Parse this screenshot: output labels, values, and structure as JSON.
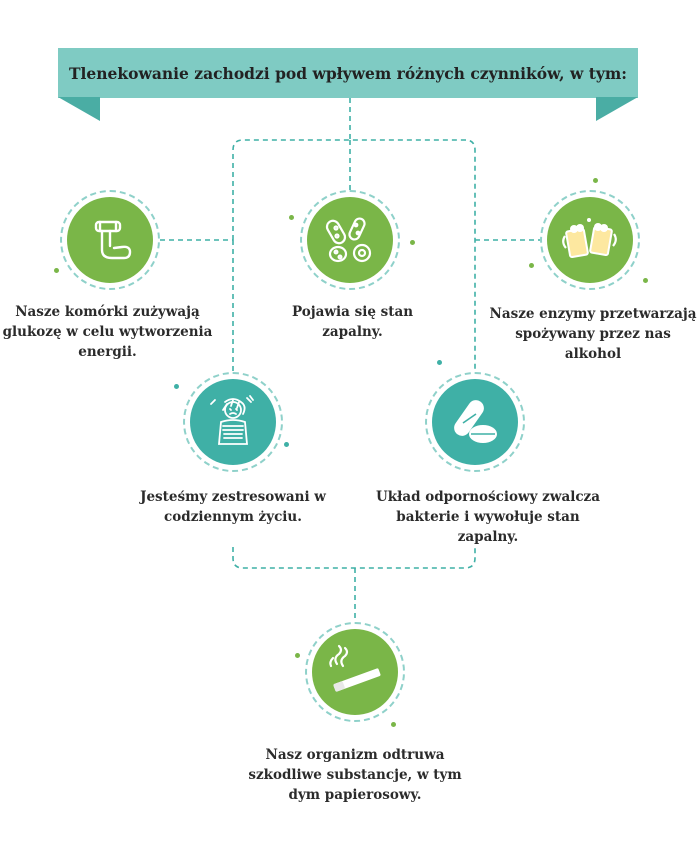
{
  "title": "Tlenekowanie zachodzi pod wpływem różnych czynników, w tym:",
  "nodes": {
    "glucose": {
      "label": "Nasze komórki zużywają glukozę w celu wytworzenia energii.",
      "icon": "flexed-arm-icon"
    },
    "inflammation": {
      "label": "Pojawia się stan zapalny.",
      "icon": "bacteria-icon"
    },
    "alcohol": {
      "label": "Nasze enzymy przetwarzają spożywany przez nas alkohol",
      "icon": "beer-mugs-icon"
    },
    "stress": {
      "label": "Jesteśmy zestresowani w codziennym życiu.",
      "icon": "stressed-person-icon"
    },
    "immune": {
      "label": "Układ odpornościowy zwalcza bakterie i wywołuje stan zapalny.",
      "icon": "pills-icon"
    },
    "smoke": {
      "label": "Nasz organizm odtruwa szkodliwe substancje, w tym dym papierosowy.",
      "icon": "cigarette-icon"
    }
  },
  "colors": {
    "banner": "#7fcbc3",
    "ribbon": "#4aada4",
    "green": "#7ab648",
    "teal": "#3fb0a6",
    "connector": "#3fb0a6"
  }
}
